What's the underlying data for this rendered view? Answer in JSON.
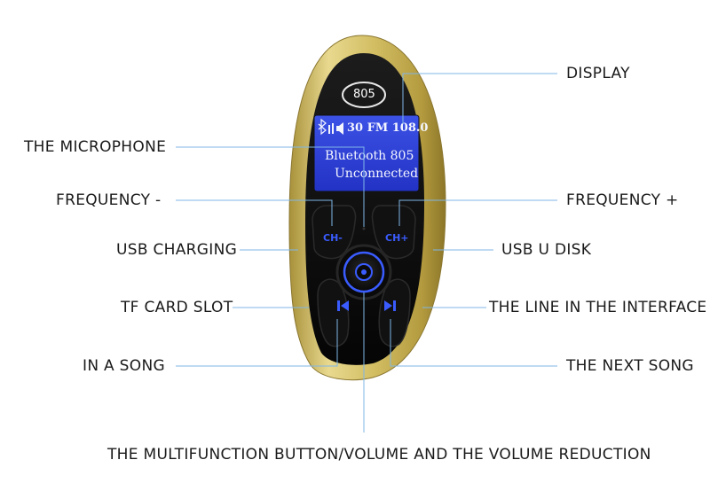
{
  "device": {
    "logo": "805",
    "display": {
      "status_line": "30 FM 108.0",
      "line2": "Bluetooth 805",
      "line3": "Unconnected"
    },
    "buttons": {
      "ch_minus": "CH-",
      "ch_plus": "CH+"
    },
    "colors": {
      "gold_shell": "#c9b35a",
      "black_panel": "#0d0d0d",
      "lcd_blue": "#2f43d6",
      "icon_blue": "#3a5cff",
      "leader_line": "#7fb6e6"
    }
  },
  "labels": {
    "display": "DISPLAY",
    "microphone": "THE MICROPHONE",
    "frequency_minus": "FREQUENCY -",
    "frequency_plus": "FREQUENCY +",
    "usb_charging": "USB CHARGING",
    "usb_disk": "USB U DISK",
    "tf_card": "TF CARD SLOT",
    "line_in": "THE LINE IN THE INTERFACE",
    "prev_song": "IN A SONG",
    "next_song": "THE NEXT SONG",
    "multifunction": "THE MULTIFUNCTION BUTTON/VOLUME AND THE VOLUME REDUCTION"
  }
}
